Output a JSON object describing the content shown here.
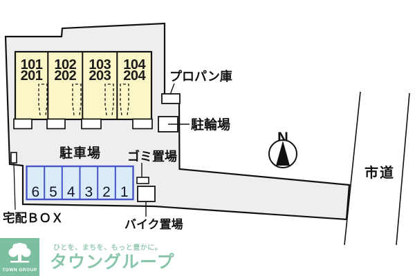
{
  "plan": {
    "units": [
      {
        "line1": "101",
        "line2": "201"
      },
      {
        "line1": "102",
        "line2": "202"
      },
      {
        "line1": "103",
        "line2": "203"
      },
      {
        "line1": "104",
        "line2": "204"
      }
    ],
    "parking_numbers": [
      "6",
      "5",
      "4",
      "3",
      "2",
      "1"
    ],
    "labels": {
      "propane": "プロパン庫",
      "bicycle_parking": "駐輪場",
      "car_parking": "駐車場",
      "garbage": "ゴミ置場",
      "delivery_box": "宅配ＢＯＸ",
      "bike_parking": "バイク置場",
      "city_road": "市道",
      "north": "N"
    },
    "colors": {
      "site_fill": "#eeeeee",
      "outline": "#111111",
      "building_fill": "#faf6c8",
      "stall_fill": "#d9ecf7",
      "stall_border": "#4553c9",
      "stall_number": "#131330"
    }
  },
  "footer": {
    "logo_text": "TOWN GROUP",
    "tagline": "ひとを、まちを、もっと豊かに。",
    "brand": "タウングループ",
    "colors": {
      "logo_bg": "#7cbfa0",
      "brand_text": "#8ac6ab",
      "tagline_text": "#9bcbb4"
    }
  }
}
